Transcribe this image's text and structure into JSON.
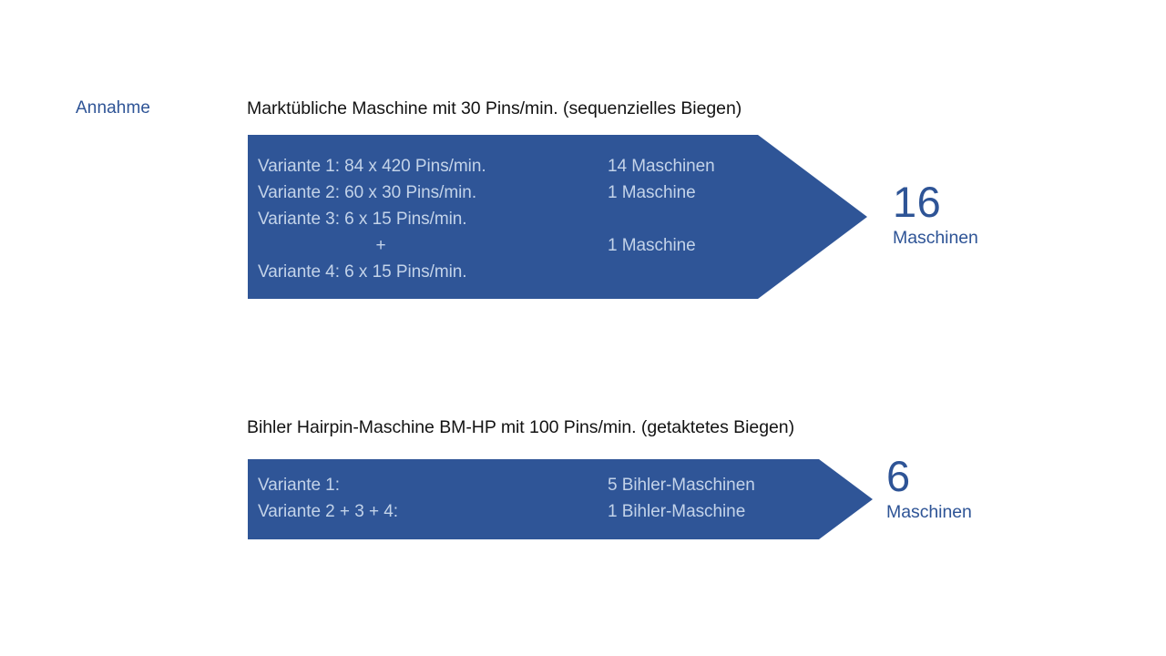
{
  "slide": {
    "assumption_label": "Annahme",
    "background_color": "#FFFFFF",
    "accent_blue": "#2E5496",
    "arrow_fill": "#2F5597",
    "arrow_text_color": "#C3D3E9"
  },
  "sections": [
    {
      "headline": "Marktübliche Maschine mit 30 Pins/min. (sequenzielles Biegen)",
      "rows": [
        {
          "left": "Variante 1: 84 x 420 Pins/min.",
          "right": "14 Maschinen"
        },
        {
          "left": "Variante 2: 60 x 30 Pins/min.",
          "right": "1 Maschine"
        },
        {
          "left": "Variante 3: 6 x 15 Pins/min.",
          "right": ""
        },
        {
          "left": "+",
          "right": "1 Maschine"
        },
        {
          "left": "Variante 4: 6 x 15 Pins/min.",
          "right": ""
        }
      ],
      "result_number": "16",
      "result_unit": "Maschinen"
    },
    {
      "headline": "Bihler Hairpin-Maschine BM-HP mit 100 Pins/min. (getaktetes Biegen)",
      "rows": [
        {
          "left": "Variante 1:",
          "right": "5 Bihler-Maschinen"
        },
        {
          "left": "Variante 2 + 3 + 4:",
          "right": "1 Bihler-Maschine"
        }
      ],
      "result_number": "6",
      "result_unit": "Maschinen"
    }
  ]
}
